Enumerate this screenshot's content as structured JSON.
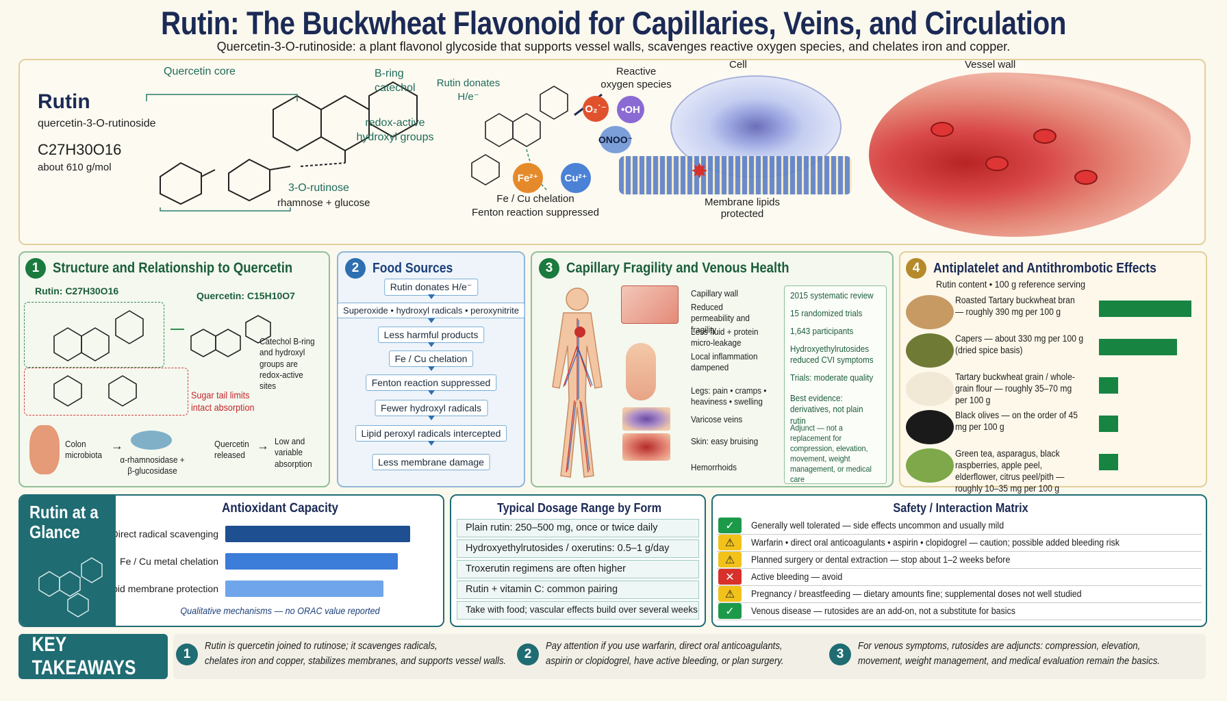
{
  "header": {
    "title": "Rutin: The Buckwheat Flavonoid for Capillaries, Veins, and Circulation",
    "subtitle": "Quercetin-3-O-rutinoside: a plant flavonol glycoside that supports vessel walls, scavenges reactive oxygen species, and chelates iron and copper."
  },
  "overview": {
    "name": "Rutin",
    "iupac": "quercetin-3-O-rutinoside",
    "formula": "C27H30O16",
    "mass": "about 610 g/mol",
    "quercetin_core": "Quercetin core",
    "b_ring": "B-ring catechol",
    "redox": "redox-active hydroxyl groups",
    "rutinose": "3-O-rutinose",
    "rutinose_parts": "rhamnose + glucose",
    "donates": "Rutin donates H/e⁻",
    "ros": "Reactive oxygen species",
    "o2": "O₂˙⁻",
    "oh": "•OH",
    "onoo": "ONOO⁻",
    "fe": "Fe²⁺",
    "cu": "Cu²⁺",
    "chelation": "Fe / Cu chelation",
    "fenton": "Fenton reaction suppressed",
    "cell": "Cell",
    "membrane": "Membrane lipids protected",
    "vessel": "Vessel wall"
  },
  "structure": {
    "num": "1",
    "title": "Structure and Relationship to Quercetin",
    "rutin_label": "Rutin: C27H30O16",
    "quercetin_label": "Quercetin: C15H10O7",
    "catechol_note": "Catechol B-ring and hydroxyl groups are redox-active sites",
    "sugar_note": "Sugar tail limits intact absorption",
    "colon": "Colon microbiota",
    "enzymes": "α-rhamnosidase + β-glucosidase",
    "released": "Quercetin released",
    "absorption": "Low and variable absorption"
  },
  "food": {
    "num": "2",
    "title": "Food Sources",
    "steps": [
      "Rutin donates H/e⁻",
      "Superoxide • hydroxyl radicals • peroxynitrite",
      "Less harmful products",
      "Fe / Cu chelation",
      "Fenton reaction suppressed",
      "Fewer hydroxyl radicals",
      "Lipid peroxyl radicals intercepted",
      "Less membrane damage"
    ]
  },
  "capillary": {
    "num": "3",
    "title": "Capillary Fragility and Venous Health",
    "cap_items": [
      "Capillary wall",
      "Reduced permeability and fragility",
      "Less fluid + protein micro-leakage",
      "Local inflammation dampened"
    ],
    "legs": "Legs: pain • cramps • heaviness • swelling",
    "varicose": "Varicose veins",
    "skin": "Skin: easy bruising",
    "hemorrhoids": "Hemorrhoids",
    "evidence": [
      "2015 systematic review",
      "15 randomized trials",
      "1,643 participants",
      "Hydroxyethylrutosides reduced CVI symptoms",
      "Trials: moderate quality",
      "Best evidence: derivatives, not plain rutin",
      "Adjunct — not a replacement for compression, elevation, movement, weight management, or medical care"
    ]
  },
  "antiplatelet": {
    "num": "4",
    "title": "Antiplatelet and Antithrombotic Effects",
    "subtitle": "Rutin content • 100 g reference serving",
    "foods": [
      {
        "text": "Roasted Tartary buckwheat bran — roughly 390 mg per 100 g",
        "mg": 390
      },
      {
        "text": "Capers — about 330 mg per 100 g (dried spice basis)",
        "mg": 330
      },
      {
        "text": "Tartary buckwheat grain / whole-grain flour — roughly 35–70 mg per 100 g",
        "mg": 52
      },
      {
        "text": "Black olives — on the order of 45 mg per 100 g",
        "mg": 45
      },
      {
        "text": "Green tea, asparagus, black raspberries, apple peel, elderflower, citrus peel/pith — roughly 10–35 mg per 100 g",
        "mg": 35
      }
    ],
    "bar_color": "#178442"
  },
  "glance": {
    "title": "Rutin at a Glance",
    "chart_title": "Antioxidant Capacity",
    "note": "Qualitative mechanisms — no ORAC value reported"
  },
  "chart_data": {
    "type": "bar",
    "title": "Antioxidant Capacity",
    "categories": [
      "Direct radical scavenging",
      "Fe / Cu metal chelation",
      "Lipid membrane protection"
    ],
    "values": [
      0.9,
      0.84,
      0.77
    ],
    "colors": [
      "#1d4f91",
      "#3b7dd8",
      "#6fa5ea"
    ],
    "xlim": [
      0,
      1
    ]
  },
  "dosage": {
    "title": "Typical Dosage Range by Form",
    "items": [
      "Plain rutin: 250–500 mg, once or twice daily",
      "Hydroxyethylrutosides / oxerutins: 0.5–1 g/day",
      "Troxerutin regimens are often higher",
      "Rutin + vitamin C: common pairing",
      "Take with food; vascular effects build over several weeks"
    ]
  },
  "safety": {
    "title": "Safety / Interaction Matrix",
    "rows": [
      {
        "icon": "✓",
        "color": "#1c9a4a",
        "text": "Generally well tolerated — side effects uncommon and usually mild"
      },
      {
        "icon": "⚠",
        "color": "#f2c21b",
        "text": "Warfarin • direct oral anticoagulants • aspirin • clopidogrel — caution; possible added bleeding risk"
      },
      {
        "icon": "⚠",
        "color": "#f2c21b",
        "text": "Planned surgery or dental extraction — stop about 1–2 weeks before"
      },
      {
        "icon": "✕",
        "color": "#d8312b",
        "text": "Active bleeding — avoid"
      },
      {
        "icon": "⚠",
        "color": "#f2c21b",
        "text": "Pregnancy / breastfeeding — dietary amounts fine; supplemental doses not well studied"
      },
      {
        "icon": "✓",
        "color": "#1c9a4a",
        "text": "Venous disease — rutosides are an add-on, not a substitute for basics"
      }
    ]
  },
  "takeaways": {
    "title": "KEY TAKEAWAYS",
    "items": [
      {
        "num": "1",
        "line1": "Rutin is quercetin joined to rutinose; it scavenges radicals,",
        "line2": "chelates iron and copper, stabilizes membranes, and supports vessel walls."
      },
      {
        "num": "2",
        "line1": "Pay attention if you use warfarin, direct oral anticoagulants,",
        "line2": "aspirin or clopidogrel, have active bleeding, or plan surgery."
      },
      {
        "num": "3",
        "line1": "For venous symptoms, rutosides are adjuncts: compression, elevation,",
        "line2": "movement, weight management, and medical evaluation remain the basics."
      }
    ]
  }
}
